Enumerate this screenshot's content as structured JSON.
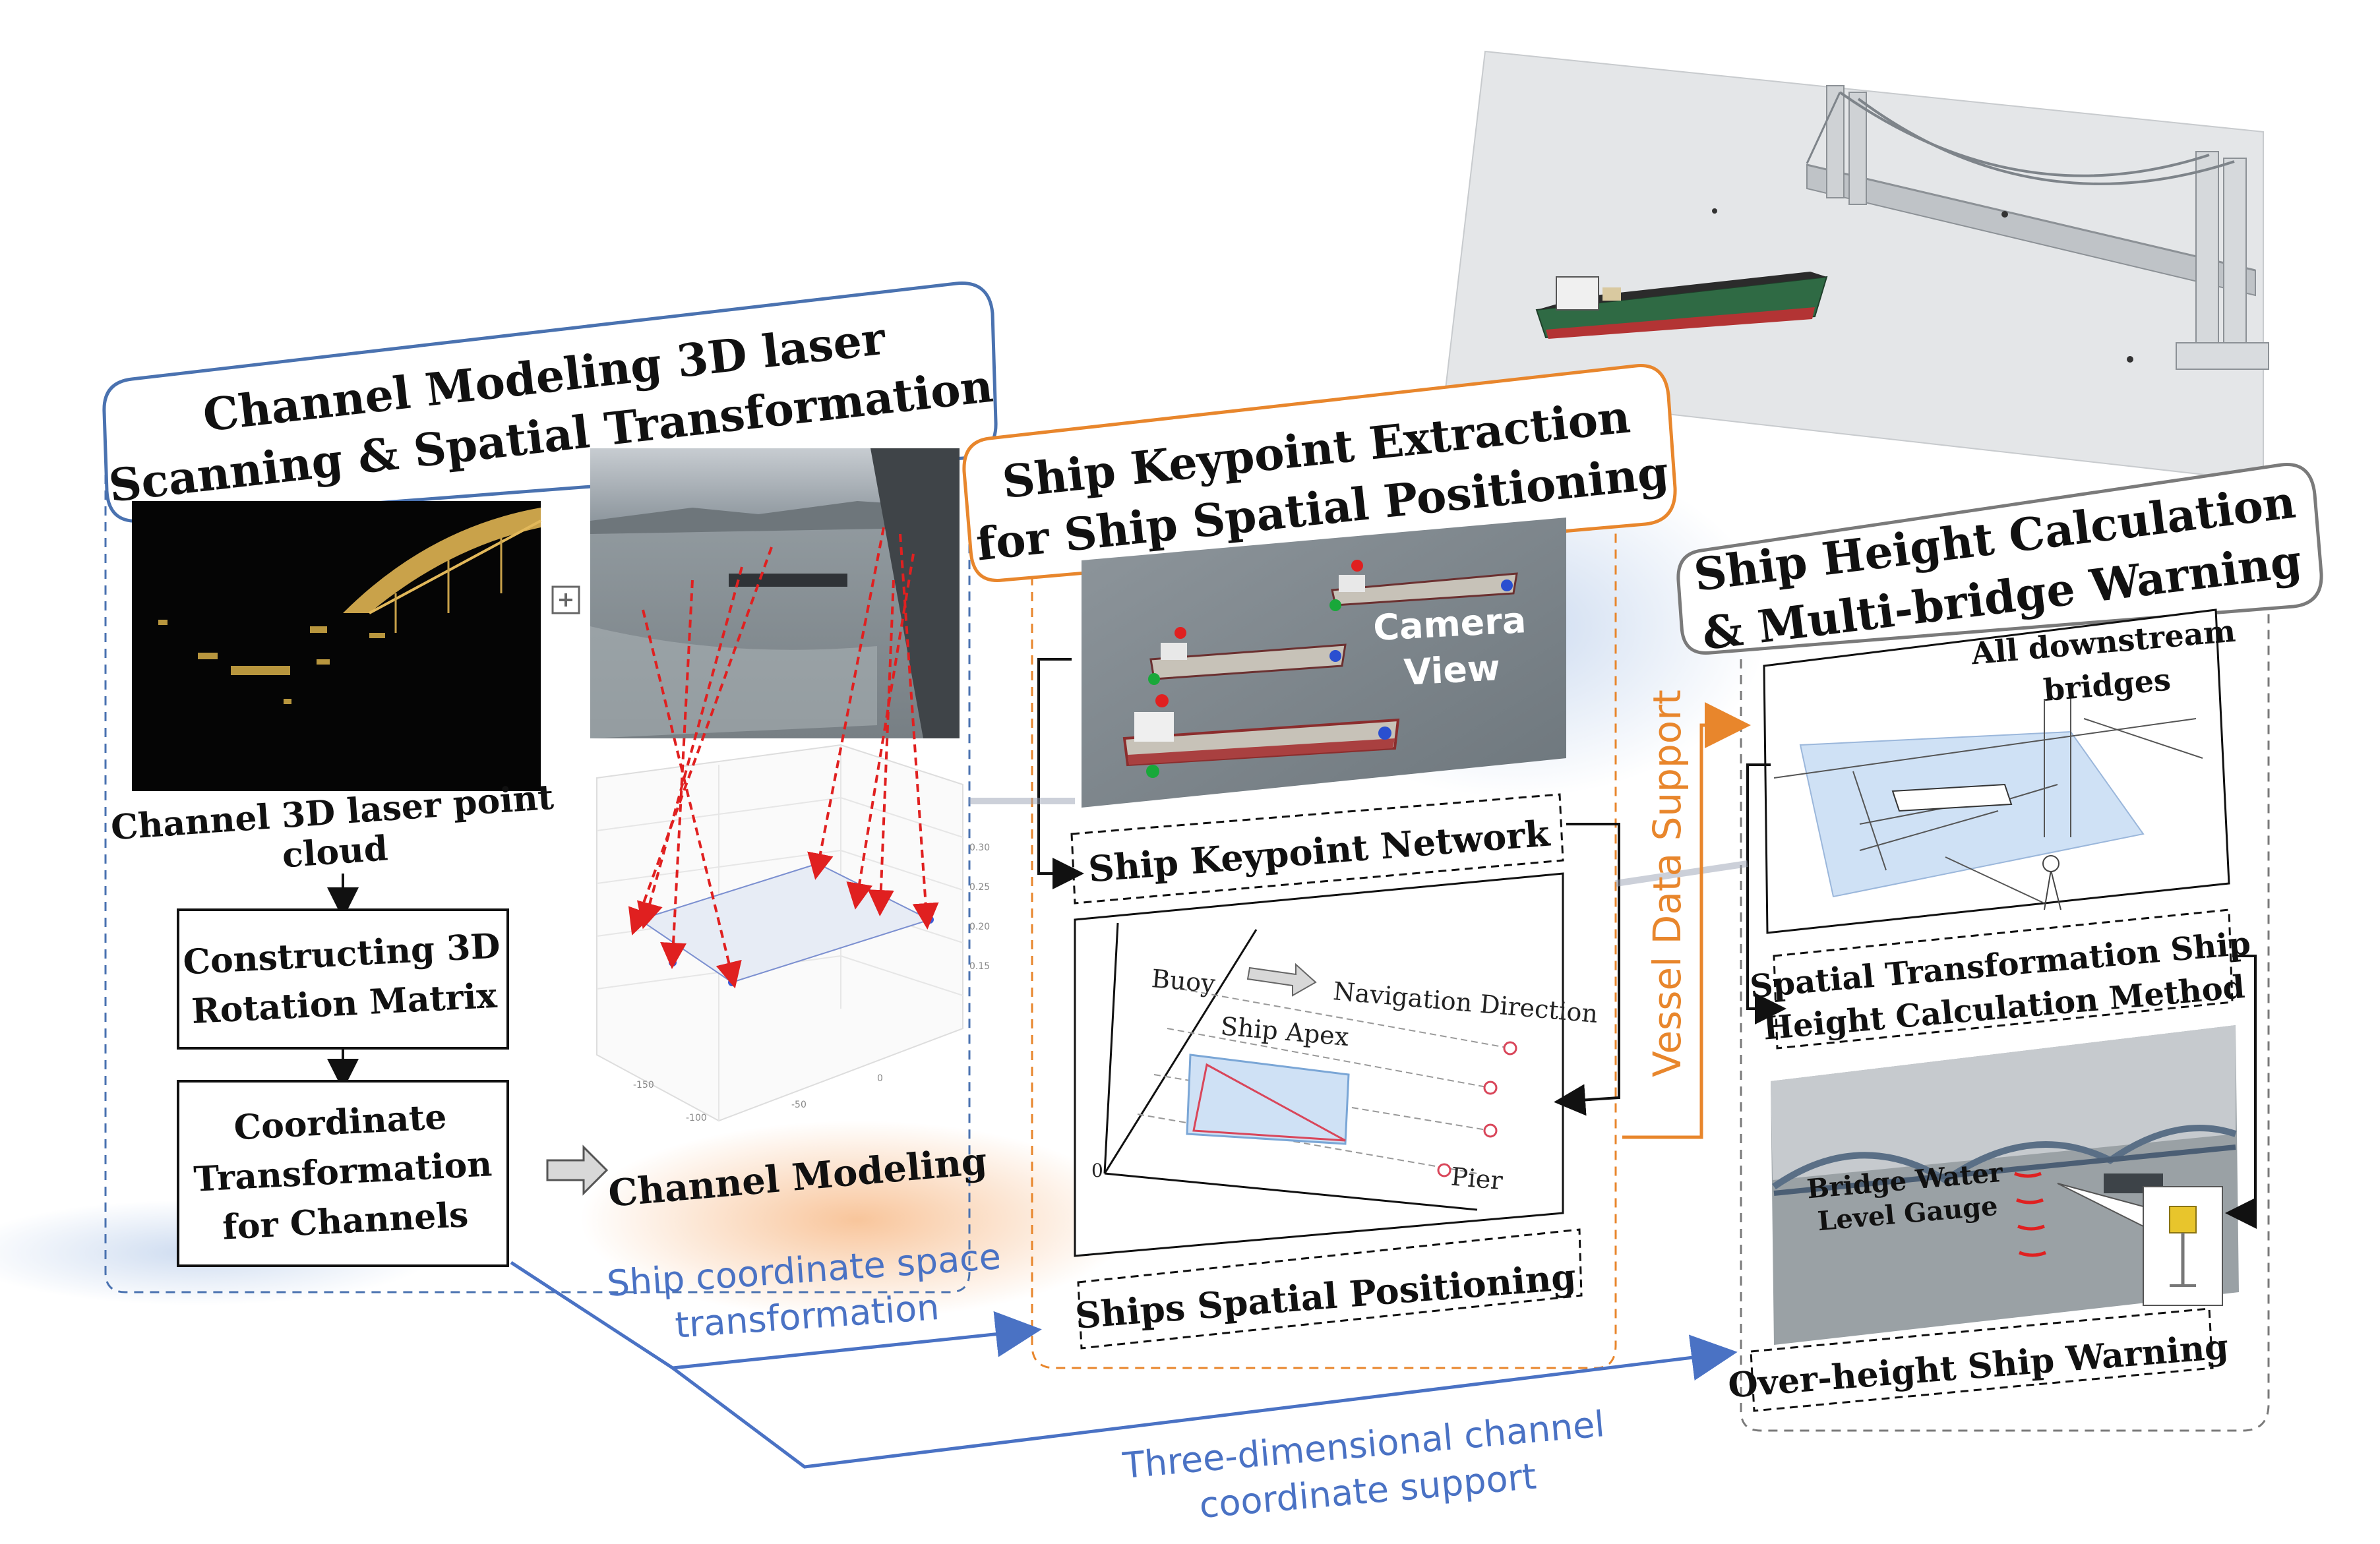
{
  "panel1": {
    "title_line1": "Channel Modeling 3D laser",
    "title_line2": "Scanning & Spatial Transformation",
    "pointcloud_caption_line1": "Channel 3D laser point",
    "pointcloud_caption_line2": "cloud",
    "box_rotation_line1": "Constructing 3D",
    "box_rotation_line2": "Rotation Matrix",
    "box_transform_line1": "Coordinate",
    "box_transform_line2": "Transformation",
    "box_transform_line3": "for Channels",
    "channel_modeling": "Channel Modeling"
  },
  "panel2": {
    "title_line1": "Ship Keypoint Extraction",
    "title_line2": "for Ship Spatial Positioning",
    "camera_view_line1": "Camera",
    "camera_view_line2": "View",
    "keypoint_network": "Ship Keypoint Network",
    "label_buoy": "Buoy",
    "label_navigation": "Navigation Direction",
    "label_apex": "Ship Apex",
    "label_pier": "Pier",
    "label_origin": "0",
    "spatial_positioning": "Ships Spatial Positioning"
  },
  "panel3": {
    "title_line1": "Ship Height Calculation",
    "title_line2": "& Multi-bridge Warning",
    "downstream_line1": "All downstream",
    "downstream_line2": "bridges",
    "method_line1": "Spatial Transformation Ship",
    "method_line2": "Height Calculation Method",
    "gauge_line1": "Bridge Water",
    "gauge_line2": "Level Gauge",
    "warning": "Over-height Ship Warning"
  },
  "connectors": {
    "vessel_data_support": "Vessel Data Support",
    "ship_coord_line1": "Ship coordinate space",
    "ship_coord_line2": "transformation",
    "three_d_line1": "Three-dimensional channel",
    "three_d_line2": "coordinate support"
  },
  "colors": {
    "blue_frame": "#4a72b0",
    "orange_frame": "#e8862c",
    "gray_frame": "#7a7a7a",
    "blue_text": "#4a72c4",
    "orange_text": "#e8862c",
    "arrow_red": "#e02020"
  }
}
